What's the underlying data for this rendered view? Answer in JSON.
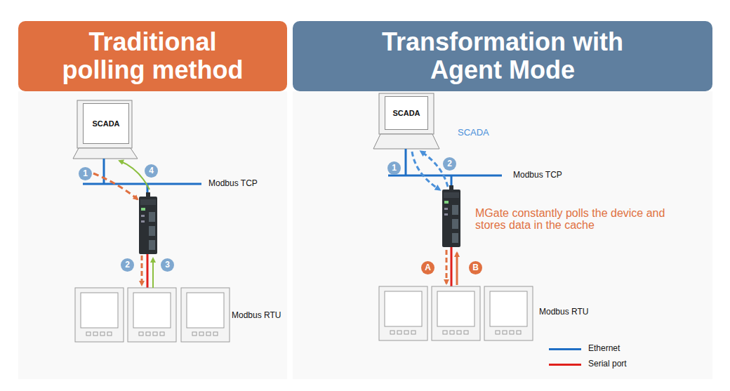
{
  "diagram": {
    "nodes": [
      {
        "text": [
          "Traditional polling method"
        ]
      },
      {
        "text": [
          "SCADA"
        ]
      },
      {
        "text": [
          "Transformation with Agent Mode"
        ]
      },
      {
        "text": [
          "SCADA"
        ]
      }
    ],
    "labels": [
      "1",
      "2",
      "3",
      "4",
      "Modbus TCP",
      "Modbus RTU",
      "SCADA",
      "1",
      "2",
      "MGate constantly polls the device and stores data in the cache",
      "A",
      "B",
      "Modbus TCP",
      "Modbus RTU"
    ],
    "legend": [
      {
        "text": "Ethernet",
        "color": "#1f6fc5"
      },
      {
        "text": "Serial port",
        "color": "#e0201c"
      }
    ]
  }
}
